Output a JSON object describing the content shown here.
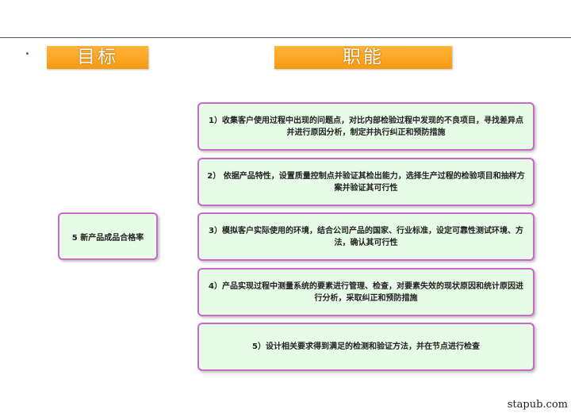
{
  "headers": {
    "goal": "目标",
    "functions": "职能"
  },
  "goal": {
    "label": "5 新产品成品合格率"
  },
  "functions": [
    "1）收集客户使用过程中出现的问题点，对比内部检验过程中发现的不良项目，寻找差异点并进行原因分析，制定并执行纠正和预防措施",
    "2） 依据产品特性，设置质量控制点并验证其检出能力，选择生产过程的检验项目和抽样方案并验证其可行性",
    "3）模拟客户实际使用的环境，结合公司产品的国家、行业标准，设定可靠性测试环境、方法，确认其可行性",
    "4）产品实现过程中测量系统的要素进行管理、检查，对要素失效的现状原因和统计原因进行分析，采取纠正和预防措施",
    "5）设计相关要求得到满足的检测和验证方法，并在节点进行检查"
  ],
  "watermark": "stapub.com",
  "colors": {
    "header": "#f79a12",
    "box_fill": "#e6fce6",
    "box_border": "#c86ac8"
  }
}
